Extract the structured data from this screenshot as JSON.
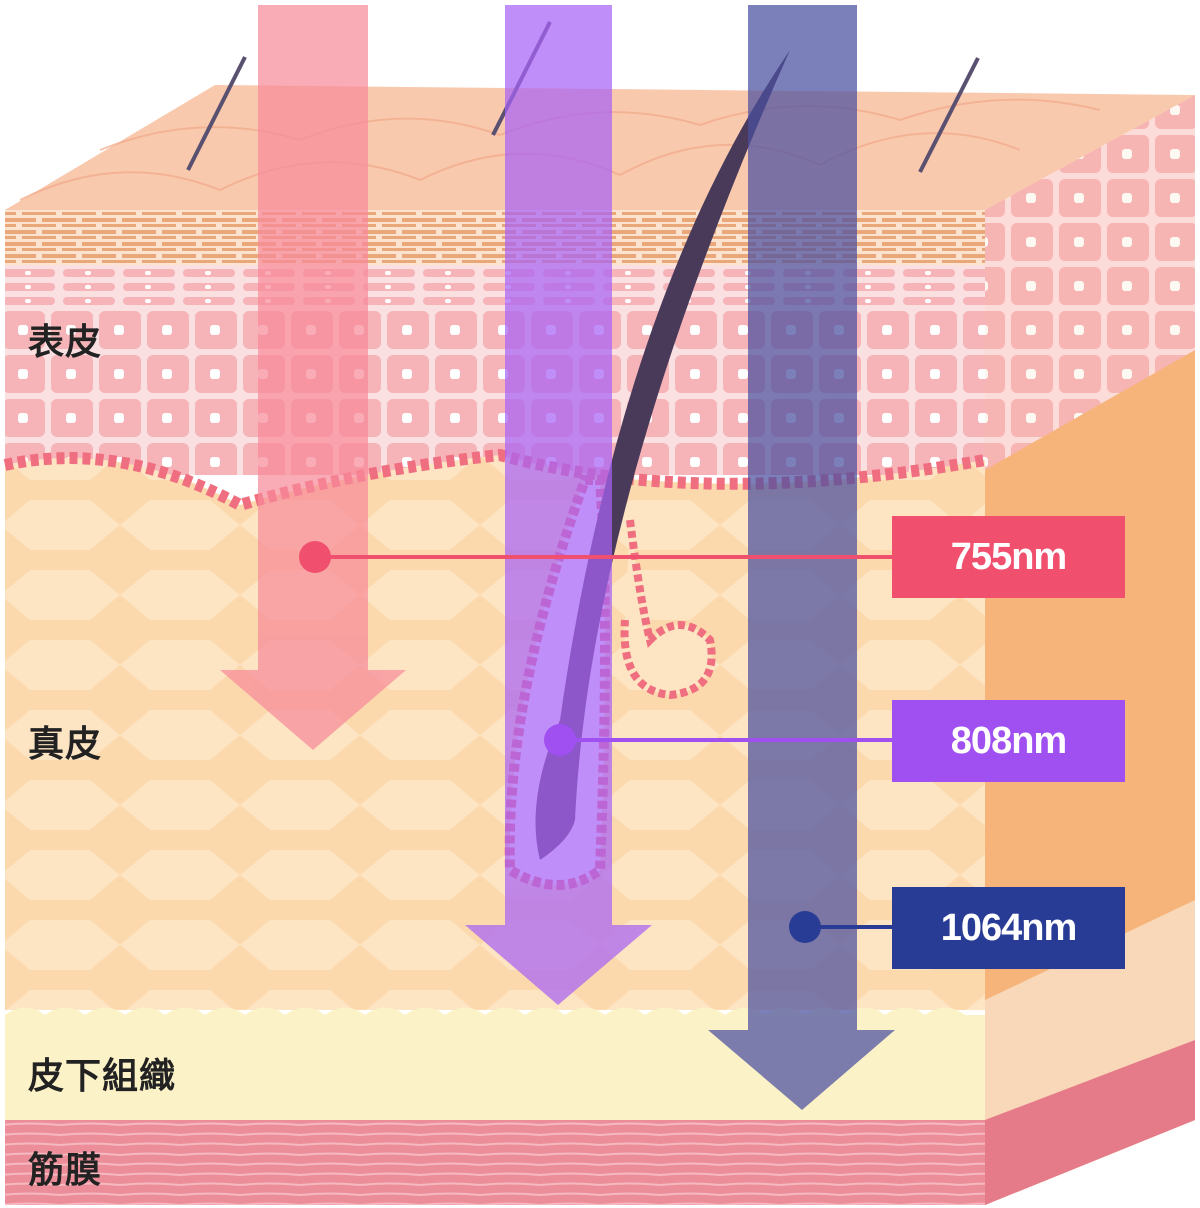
{
  "layers": {
    "epidermis": "表皮",
    "dermis": "真皮",
    "subcutaneous": "皮下組織",
    "fascia": "筋膜"
  },
  "wavelengths": [
    {
      "label": "755nm",
      "color": "#f0506e"
    },
    {
      "label": "808nm",
      "color": "#a050f0"
    },
    {
      "label": "1064nm",
      "color": "#283c96"
    }
  ]
}
